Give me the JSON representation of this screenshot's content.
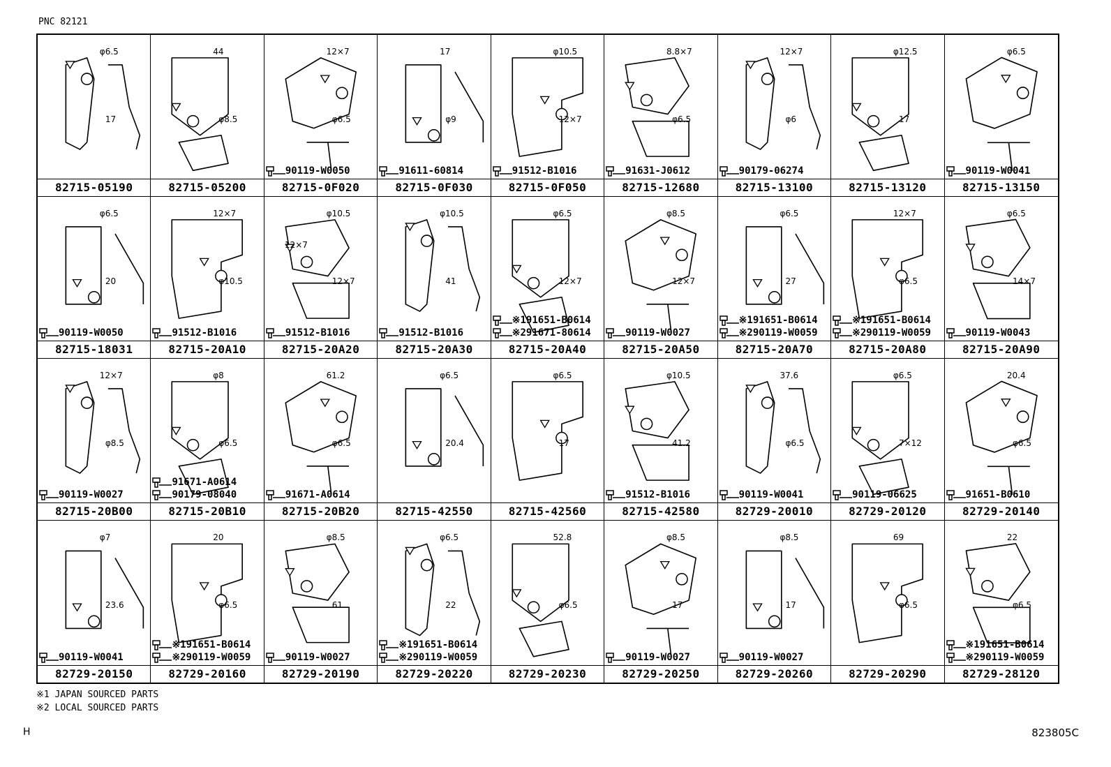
{
  "header": {
    "pnc": "PNC  82121"
  },
  "cells": [
    {
      "part": "82715-05190",
      "bolts": [],
      "dims": [
        "φ6.5",
        "17"
      ]
    },
    {
      "part": "82715-05200",
      "bolts": [],
      "dims": [
        "44",
        "φ8.5"
      ]
    },
    {
      "part": "82715-0F020",
      "bolts": [
        "90119-W0050"
      ],
      "dims": [
        "12×7",
        "φ6.5"
      ]
    },
    {
      "part": "82715-0F030",
      "bolts": [
        "91611-60814"
      ],
      "dims": [
        "17",
        "φ9"
      ]
    },
    {
      "part": "82715-0F050",
      "bolts": [
        "91512-B1016"
      ],
      "dims": [
        "φ10.5",
        "12×7"
      ]
    },
    {
      "part": "82715-12680",
      "bolts": [
        "91631-J0612"
      ],
      "dims": [
        "8.8×7",
        "φ6.5"
      ]
    },
    {
      "part": "82715-13100",
      "bolts": [
        "90179-06274"
      ],
      "dims": [
        "12×7",
        "φ6"
      ]
    },
    {
      "part": "82715-13120",
      "bolts": [],
      "dims": [
        "φ12.5",
        "17"
      ]
    },
    {
      "part": "82715-13150",
      "bolts": [
        "90119-W0041"
      ],
      "dims": [
        "φ6.5"
      ]
    },
    {
      "part": "82715-18031",
      "bolts": [
        "90119-W0050"
      ],
      "dims": [
        "φ6.5",
        "20"
      ]
    },
    {
      "part": "82715-20A10",
      "bolts": [
        "91512-B1016"
      ],
      "dims": [
        "12×7",
        "φ10.5"
      ]
    },
    {
      "part": "82715-20A20",
      "bolts": [
        "91512-B1016"
      ],
      "dims": [
        "φ10.5",
        "12×7",
        "12×7"
      ]
    },
    {
      "part": "82715-20A30",
      "bolts": [
        "91512-B1016"
      ],
      "dims": [
        "φ10.5",
        "41"
      ]
    },
    {
      "part": "82715-20A40",
      "bolts": [
        "※191651-B0614",
        "※291671-80614"
      ],
      "dims": [
        "φ6.5",
        "12×7"
      ]
    },
    {
      "part": "82715-20A50",
      "bolts": [
        "90119-W0027"
      ],
      "dims": [
        "φ8.5",
        "12×7"
      ]
    },
    {
      "part": "82715-20A70",
      "bolts": [
        "※191651-B0614",
        "※290119-W0059"
      ],
      "dims": [
        "φ6.5",
        "27"
      ]
    },
    {
      "part": "82715-20A80",
      "bolts": [
        "※191651-B0614",
        "※290119-W0059"
      ],
      "dims": [
        "12×7",
        "φ6.5"
      ]
    },
    {
      "part": "82715-20A90",
      "bolts": [
        "90119-W0043"
      ],
      "dims": [
        "φ6.5",
        "14×7"
      ]
    },
    {
      "part": "82715-20B00",
      "bolts": [
        "90119-W0027"
      ],
      "dims": [
        "12×7",
        "φ8.5"
      ]
    },
    {
      "part": "82715-20B10",
      "bolts": [
        "91671-A0614",
        "90179-08040"
      ],
      "dims": [
        "φ8",
        "φ6.5"
      ]
    },
    {
      "part": "82715-20B20",
      "bolts": [
        "91671-A0614"
      ],
      "dims": [
        "61.2",
        "φ6.5"
      ]
    },
    {
      "part": "82715-42550",
      "bolts": [],
      "dims": [
        "φ6.5",
        "20.4"
      ]
    },
    {
      "part": "82715-42560",
      "bolts": [],
      "dims": [
        "φ6.5",
        "17"
      ]
    },
    {
      "part": "82715-42580",
      "bolts": [
        "91512-B1016"
      ],
      "dims": [
        "φ10.5",
        "41.2"
      ]
    },
    {
      "part": "82729-20010",
      "bolts": [
        "90119-W0041"
      ],
      "dims": [
        "37.6",
        "φ6.5"
      ]
    },
    {
      "part": "82729-20120",
      "bolts": [
        "90119-06625"
      ],
      "dims": [
        "φ6.5",
        "7×12"
      ]
    },
    {
      "part": "82729-20140",
      "bolts": [
        "91651-B0610"
      ],
      "dims": [
        "20.4",
        "φ6.5"
      ]
    },
    {
      "part": "82729-20150",
      "bolts": [
        "90119-W0041"
      ],
      "dims": [
        "φ7",
        "23.6"
      ]
    },
    {
      "part": "82729-20160",
      "bolts": [
        "※191651-B0614",
        "※290119-W0059"
      ],
      "dims": [
        "20",
        "φ6.5"
      ]
    },
    {
      "part": "82729-20190",
      "bolts": [
        "90119-W0027"
      ],
      "dims": [
        "φ8.5",
        "61"
      ]
    },
    {
      "part": "82729-20220",
      "bolts": [
        "※191651-B0614",
        "※290119-W0059"
      ],
      "dims": [
        "φ6.5",
        "22"
      ]
    },
    {
      "part": "82729-20230",
      "bolts": [],
      "dims": [
        "52.8",
        "φ6.5"
      ]
    },
    {
      "part": "82729-20250",
      "bolts": [
        "90119-W0027"
      ],
      "dims": [
        "φ8.5",
        "17"
      ]
    },
    {
      "part": "82729-20260",
      "bolts": [
        "90119-W0027"
      ],
      "dims": [
        "φ8.5",
        "17"
      ]
    },
    {
      "part": "82729-20290",
      "bolts": [],
      "dims": [
        "69",
        "φ6.5"
      ]
    },
    {
      "part": "82729-28120",
      "bolts": [
        "※191651-B0614",
        "※290119-W0059"
      ],
      "dims": [
        "22",
        "φ6.5"
      ]
    }
  ],
  "notes": [
    "※1 JAPAN SOURCED PARTS",
    "※2 LOCAL SOURCED PARTS"
  ],
  "footer": {
    "page_code": "H",
    "figure_code": "823805C"
  }
}
